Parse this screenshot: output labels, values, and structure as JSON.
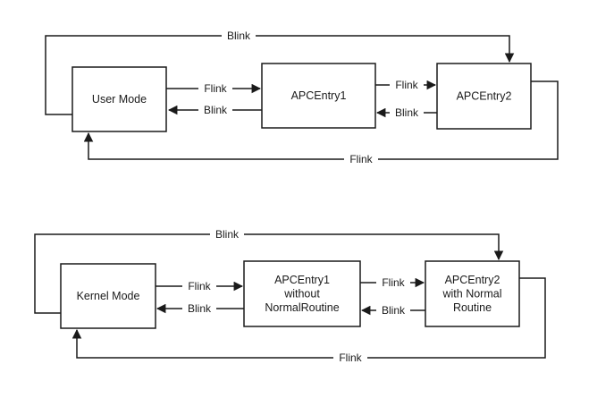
{
  "diagrams": [
    {
      "id": "user",
      "nodes": [
        {
          "id": "head",
          "lines": [
            "User Mode"
          ]
        },
        {
          "id": "entry1",
          "lines": [
            "APCEntry1"
          ]
        },
        {
          "id": "entry2",
          "lines": [
            "APCEntry2"
          ]
        }
      ],
      "edges": [
        {
          "id": "head-entry1-flink",
          "label": "Flink"
        },
        {
          "id": "entry1-head-blink",
          "label": "Blink"
        },
        {
          "id": "entry1-entry2-flink",
          "label": "Flink"
        },
        {
          "id": "entry2-entry1-blink",
          "label": "Blink"
        },
        {
          "id": "head-entry2-blink-wrap",
          "label": "Blink"
        },
        {
          "id": "entry2-head-flink-wrap",
          "label": "Flink"
        }
      ]
    },
    {
      "id": "kernel",
      "nodes": [
        {
          "id": "head",
          "lines": [
            "Kernel Mode"
          ]
        },
        {
          "id": "entry1",
          "lines": [
            "APCEntry1",
            "without",
            "NormalRoutine"
          ]
        },
        {
          "id": "entry2",
          "lines": [
            "APCEntry2",
            "with Normal",
            "Routine"
          ]
        }
      ],
      "edges": [
        {
          "id": "head-entry1-flink",
          "label": "Flink"
        },
        {
          "id": "entry1-head-blink",
          "label": "Blink"
        },
        {
          "id": "entry1-entry2-flink",
          "label": "Flink"
        },
        {
          "id": "entry2-entry1-blink",
          "label": "Blink"
        },
        {
          "id": "head-entry2-blink-wrap",
          "label": "Blink"
        },
        {
          "id": "entry2-head-flink-wrap",
          "label": "Flink"
        }
      ]
    }
  ]
}
